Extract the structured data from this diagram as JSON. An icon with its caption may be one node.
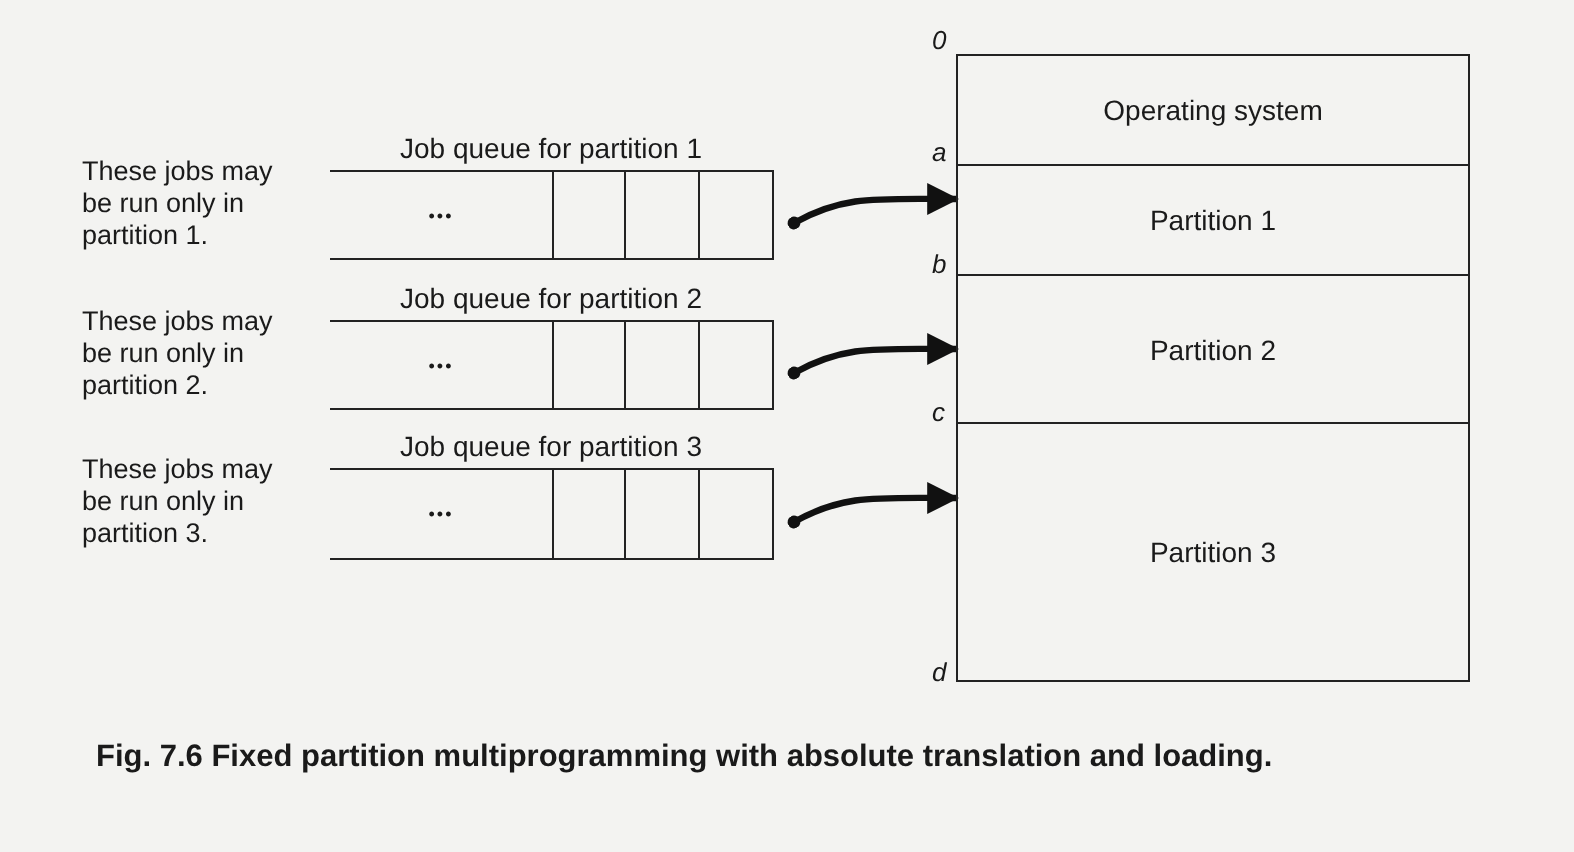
{
  "diagram": {
    "caption": "Fig. 7.6 Fixed partition multiprogramming with absolute translation and loading.",
    "nodes": [
      {
        "text": [
          "Operating system"
        ]
      },
      {
        "text": [
          "Partition 1"
        ]
      },
      {
        "text": [
          "Partition 2"
        ]
      },
      {
        "text": [
          "Partition 3"
        ]
      },
      {
        "text": [
          "Job queue for partition 1",
          "•••"
        ],
        "beside": [
          "These jobs may be run only in partition 1."
        ]
      },
      {
        "text": [
          "Job queue for partition 2",
          "•••"
        ],
        "beside": [
          "These jobs may be run only in partition 2."
        ]
      },
      {
        "text": [
          "Job queue for partition 3",
          "•••"
        ],
        "beside": [
          "These jobs may be run only in partition 3."
        ]
      }
    ],
    "edges": [
      {
        "from": 4,
        "to": 1,
        "arrow": "to"
      },
      {
        "from": 5,
        "to": 2,
        "arrow": "to"
      },
      {
        "from": 6,
        "to": 3,
        "arrow": "to"
      }
    ],
    "labels": [
      "0",
      "a",
      "b",
      "c",
      "d"
    ]
  }
}
